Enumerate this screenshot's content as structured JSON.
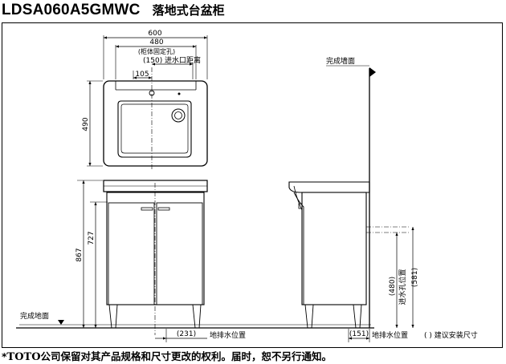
{
  "header": {
    "model": "LDSA060A5GMWC",
    "product_name": "落地式台盆柜"
  },
  "top_view": {
    "width_total": "600",
    "width_fixing": "480",
    "fixing_note": "(柜体固定孔)",
    "inlet_distance": "(150) 进水口距离",
    "offset": "105",
    "depth": "490"
  },
  "front_view": {
    "height_total": "867",
    "height_body": "727",
    "floor_label": "完成地面",
    "drain_distance": "(231)",
    "drain_label": "地排水位置"
  },
  "side_view": {
    "wall_label": "完成墙面",
    "inlet_height_a": "(480)",
    "inlet_height_b": "(581)",
    "inlet_label": "进水孔位置",
    "drain_distance": "(151)",
    "drain_label": "地排水位置",
    "suggest_note": "( ) 建议安装尺寸"
  },
  "footer": {
    "prefix": "*",
    "brand": "TOTO",
    "notice": "公司保留对其产品规格和尺寸更改的权利。届时，恕不另行通知。"
  }
}
